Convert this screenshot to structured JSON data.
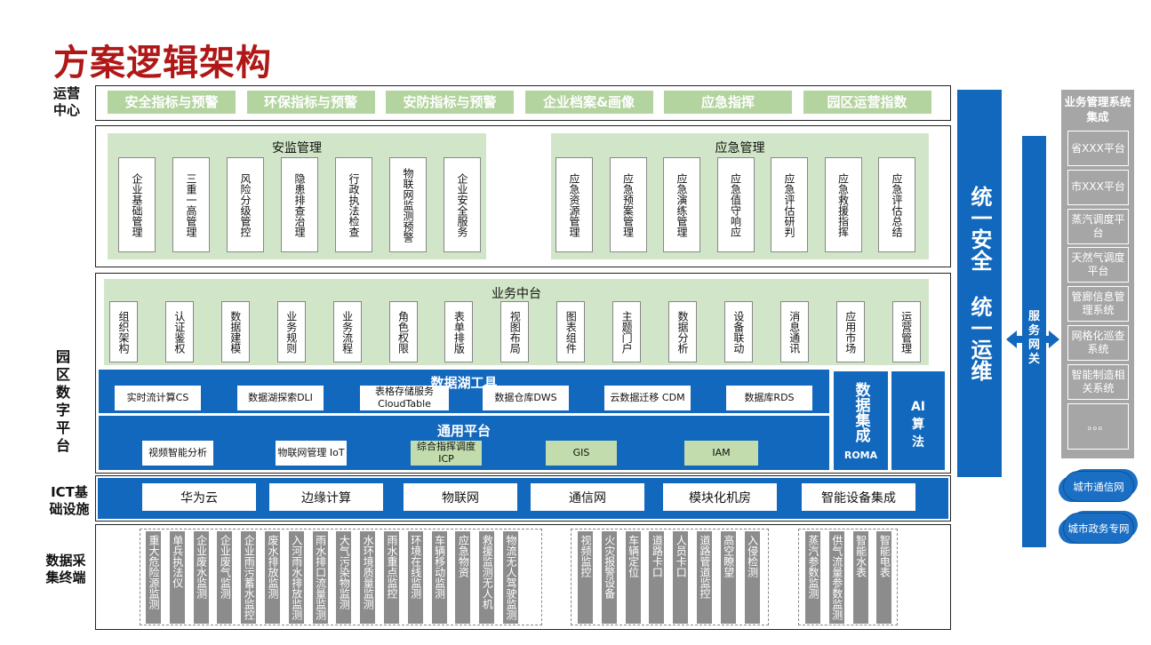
{
  "title": "方案逻辑架构",
  "row_labels": {
    "ops": "运营中心",
    "platform": "园区数字平台",
    "ict": "ICT基础设施",
    "terminals": "数据采集终端"
  },
  "ops_items": [
    "安全指标与预警",
    "环保指标与预警",
    "安防指标与预警",
    "企业档案&画像",
    "应急指挥",
    "园区运营指数"
  ],
  "safety": {
    "title": "安监管理",
    "items": [
      "企业基础管理",
      "三重一高管理",
      "风险分级管控",
      "隐患排查治理",
      "行政执法检查",
      "物联网监测预警",
      "企业安全服务"
    ]
  },
  "emergency": {
    "title": "应急管理",
    "items": [
      "应急资源管理",
      "应急预案管理",
      "应急演练管理",
      "应急值守响应",
      "应急评估研判",
      "应急救援指挥",
      "应急评估总结"
    ]
  },
  "business": {
    "title": "业务中台",
    "items": [
      "组织架构",
      "认证鉴权",
      "数据建模",
      "业务规则",
      "业务流程",
      "角色权限",
      "表单排版",
      "视图布局",
      "图表组件",
      "主题门户",
      "数据分析",
      "设备联动",
      "消息通讯",
      "应用市场",
      "运营管理"
    ]
  },
  "lake": {
    "title": "数据湖工具",
    "items": [
      "实时流计算CS",
      "数据湖探索DLI",
      "表格存储服务 CloudTable",
      "数据仓库DWS",
      "云数据迁移 CDM",
      "数据库RDS"
    ]
  },
  "general": {
    "title": "通用平台",
    "items": [
      "视频智能分析",
      "物联网管理 IoT",
      "综合指挥调度ICP",
      "GIS",
      "IAM"
    ]
  },
  "roma": {
    "title": "数据集成",
    "sub": "ROMA"
  },
  "ai": "AI算法",
  "ict_items": [
    "华为云",
    "边缘计算",
    "物联网",
    "通信网",
    "模块化机房",
    "智能设备集成"
  ],
  "terminals_group1": [
    "重大危险源监测",
    "单兵执法仪",
    "企业废水监测",
    "企业废气监测",
    "企业雨污蓄水监控",
    "废水排放监测",
    "入河雨水排放监测",
    "雨水排口流量监测",
    "大气污染物监测",
    "水环境质量监测",
    "雨水重点监控",
    "环境在线监测",
    "车辆移动监测",
    "应急物资",
    "救援监测无人机",
    "物流无人驾驶监测"
  ],
  "terminals_group2": [
    "视频监控",
    "火灾报警设备",
    "车辆定位",
    "道路卡口",
    "人员卡口",
    "道路管道监控",
    "高空瞭望",
    "入侵检测"
  ],
  "terminals_group3": [
    "蒸汽参数监测",
    "供气流量参数监测",
    "智能水表",
    "智能电表"
  ],
  "security_ops": "统一安全 统一运维",
  "gateway": "服务网关",
  "right_panel": {
    "title": "业务管理系统集成",
    "items": [
      "省XXX平台",
      "市XXX平台",
      "蒸汽调度平台",
      "天然气调度平台",
      "管廊信息管理系统",
      "网格化巡查系统",
      "智能制造相关系统",
      "。。。"
    ]
  },
  "clouds": [
    "城市通信网",
    "城市政务专网"
  ],
  "colors": {
    "title_red": "#b01818",
    "blue": "#1268bd",
    "green": "#d1e6c8",
    "gray": "#8c8c8c"
  }
}
